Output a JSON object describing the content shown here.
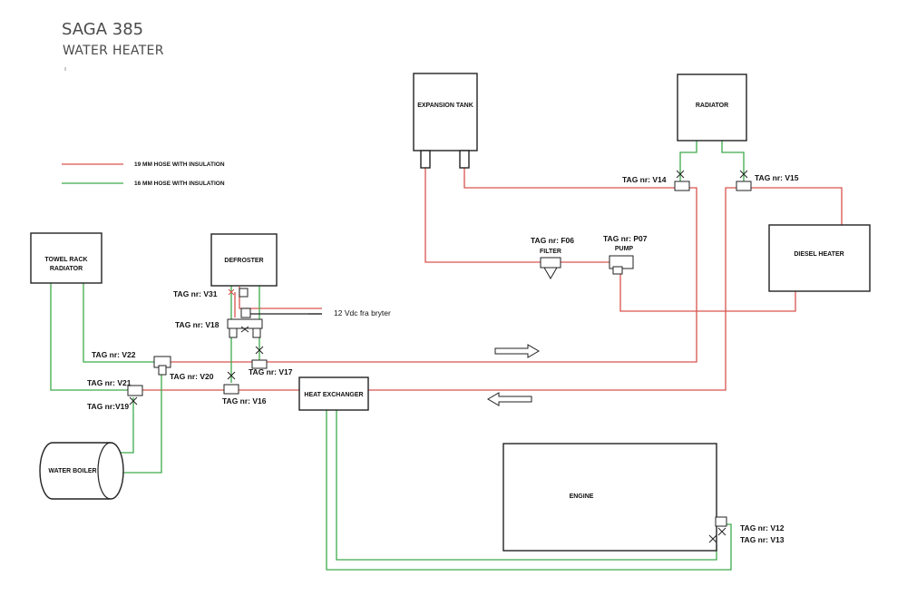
{
  "header": {
    "title": "SAGA 385",
    "subtitle": "WATER HEATER"
  },
  "legend": {
    "red_hose": "19 MM HOSE WITH INSULATION",
    "green_hose": "16 MM HOSE WITH INSULATION",
    "red_color": "#d9534f",
    "green_color": "#3daa4a"
  },
  "components": {
    "expansion_tank": "EXPANSION TANK",
    "radiator": "RADIATOR",
    "diesel_heater": "DIESEL HEATER",
    "towel_rack_line1": "TOWEL RACK",
    "towel_rack_line2": "RADIATOR",
    "defroster": "DEFROSTER",
    "heat_exchanger": "HEAT EXCHANGER",
    "water_boiler": "WATER BOILER",
    "engine": "ENGINE",
    "filter": "FILTER",
    "pump": "PUMP"
  },
  "tags": {
    "f06": "TAG nr: F06",
    "p07": "TAG nr: P07",
    "v14": "TAG nr: V14",
    "v15": "TAG nr: V15",
    "v31": "TAG nr: V31",
    "v18": "TAG nr: V18",
    "v22": "TAG nr: V22",
    "v20": "TAG nr: V20",
    "v17": "TAG nr: V17",
    "v21": "TAG nr: V21",
    "v19": "TAG nr:V19",
    "v16": "TAG nr: V16",
    "v12": "TAG nr: V12",
    "v13": "TAG nr: V13"
  },
  "notes": {
    "switch": "12 Vdc fra bryter"
  }
}
